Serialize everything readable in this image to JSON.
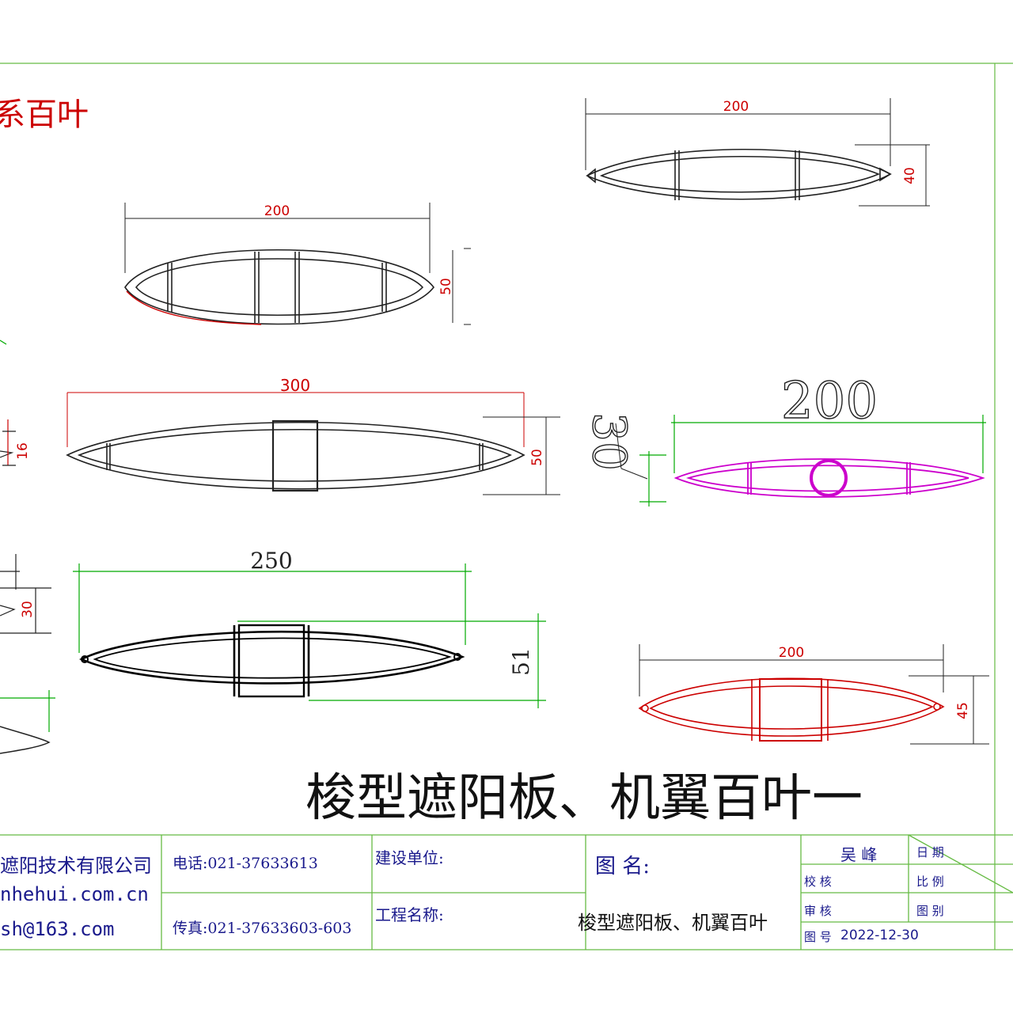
{
  "header_fragment": "系百叶",
  "main_title": "梭型遮阳板、机翼百叶一",
  "profiles": {
    "top_right": {
      "width": "200",
      "height": "40",
      "color": "#1a1a1a"
    },
    "top_left": {
      "width": "200",
      "height": "50",
      "color": "#1a1a1a"
    },
    "middle_300": {
      "width": "300",
      "height": "50",
      "color": "#1a1a1a"
    },
    "left_edge_16": {
      "height": "16"
    },
    "magenta_200": {
      "width": "200",
      "height": "30",
      "color": "#cc00cc"
    },
    "bottom_250": {
      "width": "250",
      "height": "51",
      "color": "#000000"
    },
    "left_edge_30": {
      "height": "30"
    },
    "red_200": {
      "width": "200",
      "height": "45",
      "color": "#cc0000"
    }
  },
  "dimension_color_red": "#cc0000",
  "dimension_color_green": "#00aa00",
  "title_block": {
    "company_fragment": "遮阳技术有限公司",
    "website_fragment": "nhehui.com.cn",
    "email_fragment": "sh@163.com",
    "phone": "电话:021-37633613",
    "fax": "传真:021-37633603-603",
    "client_label": "建设单位:",
    "project_label": "工程名称:",
    "drawing_name_label": "图    名:",
    "drawing_name": "梭型遮阳板、机翼百叶",
    "designer": "吴    峰",
    "date_label": "日 期",
    "check_label": "校 核",
    "scale_label": "比 例",
    "review_label": "审 核",
    "category_label": "图 别",
    "drawing_no_label": "图 号",
    "date_value": "2022-12-30"
  }
}
